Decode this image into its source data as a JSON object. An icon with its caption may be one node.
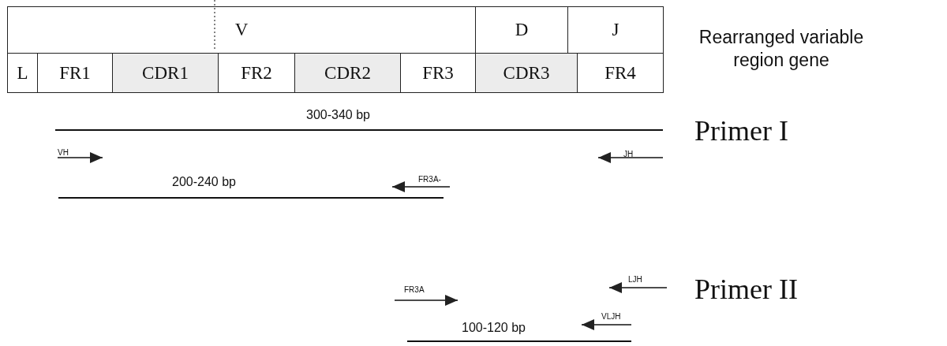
{
  "diagram": {
    "nodes": [
      {
        "text": [
          "V"
        ]
      },
      {
        "text": [
          "D"
        ]
      },
      {
        "text": [
          "J"
        ]
      },
      {
        "text": [
          "L"
        ]
      },
      {
        "text": [
          "FR1"
        ]
      },
      {
        "text": [
          "CDR1"
        ]
      },
      {
        "text": [
          "FR2"
        ]
      },
      {
        "text": [
          "CDR2"
        ]
      },
      {
        "text": [
          "FR3"
        ]
      },
      {
        "text": [
          "CDR3"
        ]
      },
      {
        "text": [
          "FR4"
        ]
      }
    ],
    "labels": [
      "Rearranged variable region gene",
      "300-340 bp",
      "Primer I",
      "VH",
      "JH",
      "200-240 bp",
      "FR3A-",
      "FR3A",
      "LJH",
      "Primer II",
      "VLJH",
      "100-120 bp"
    ]
  }
}
